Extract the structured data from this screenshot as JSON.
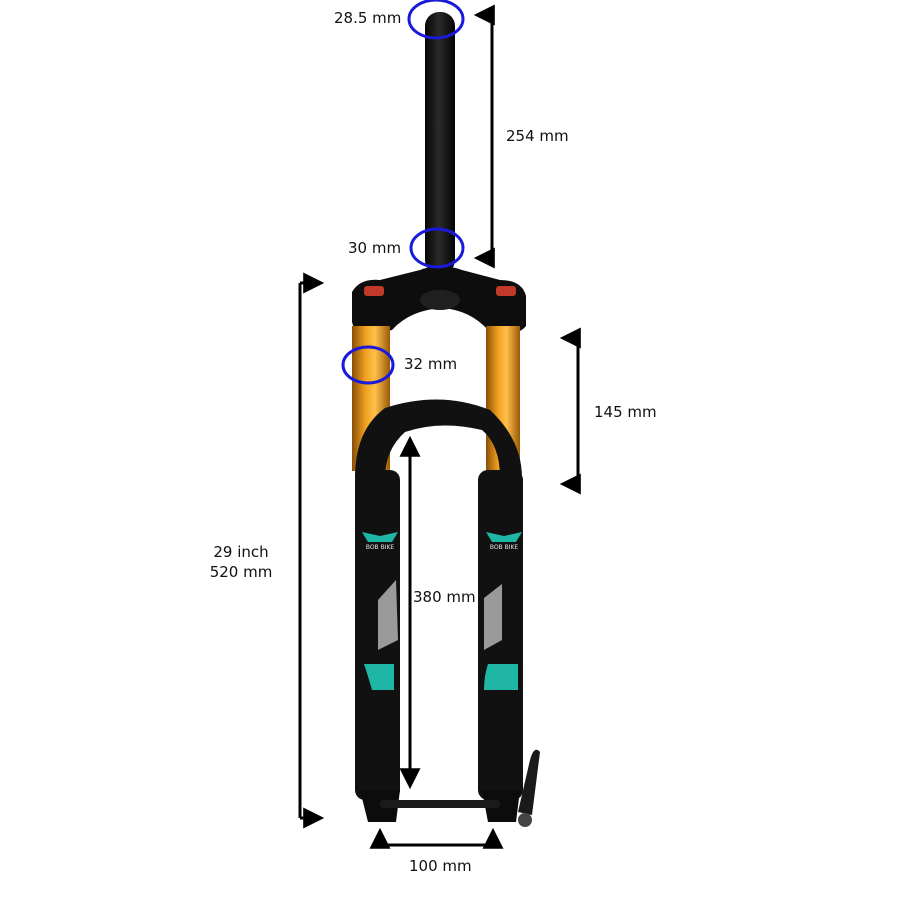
{
  "product": {
    "brand_badge": "BOB BIKE",
    "colors": {
      "frame": "#111111",
      "stanchion": "#d4860f",
      "accent": "#1fb6a6",
      "marker_circle": "#1a1adc",
      "arrow": "#000000",
      "knob": "#c0392b"
    }
  },
  "dimensions": {
    "steerer_top_diameter": "28.5 mm",
    "steerer_length": "254 mm",
    "steerer_bottom_diameter": "30 mm",
    "stanchion_diameter": "32 mm",
    "travel": "145 mm",
    "fork_length_inch": "29 inch",
    "fork_length_mm": "520 mm",
    "inner_height": "380 mm",
    "axle_spacing": "100 mm"
  }
}
